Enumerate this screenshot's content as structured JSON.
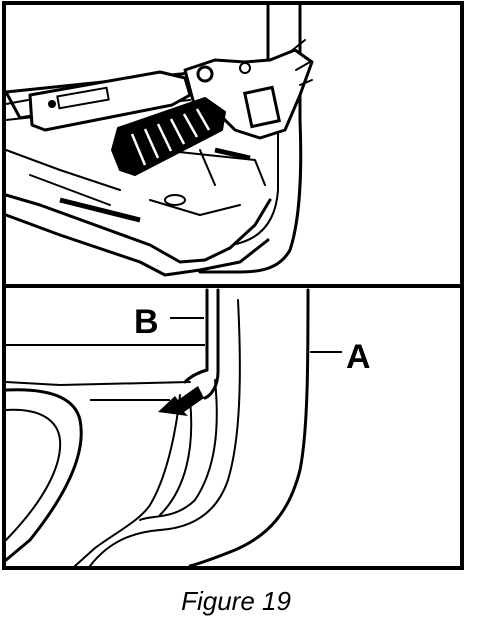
{
  "figure": {
    "caption": "Figure 19",
    "callouts": {
      "a": "A",
      "b": "B"
    }
  }
}
